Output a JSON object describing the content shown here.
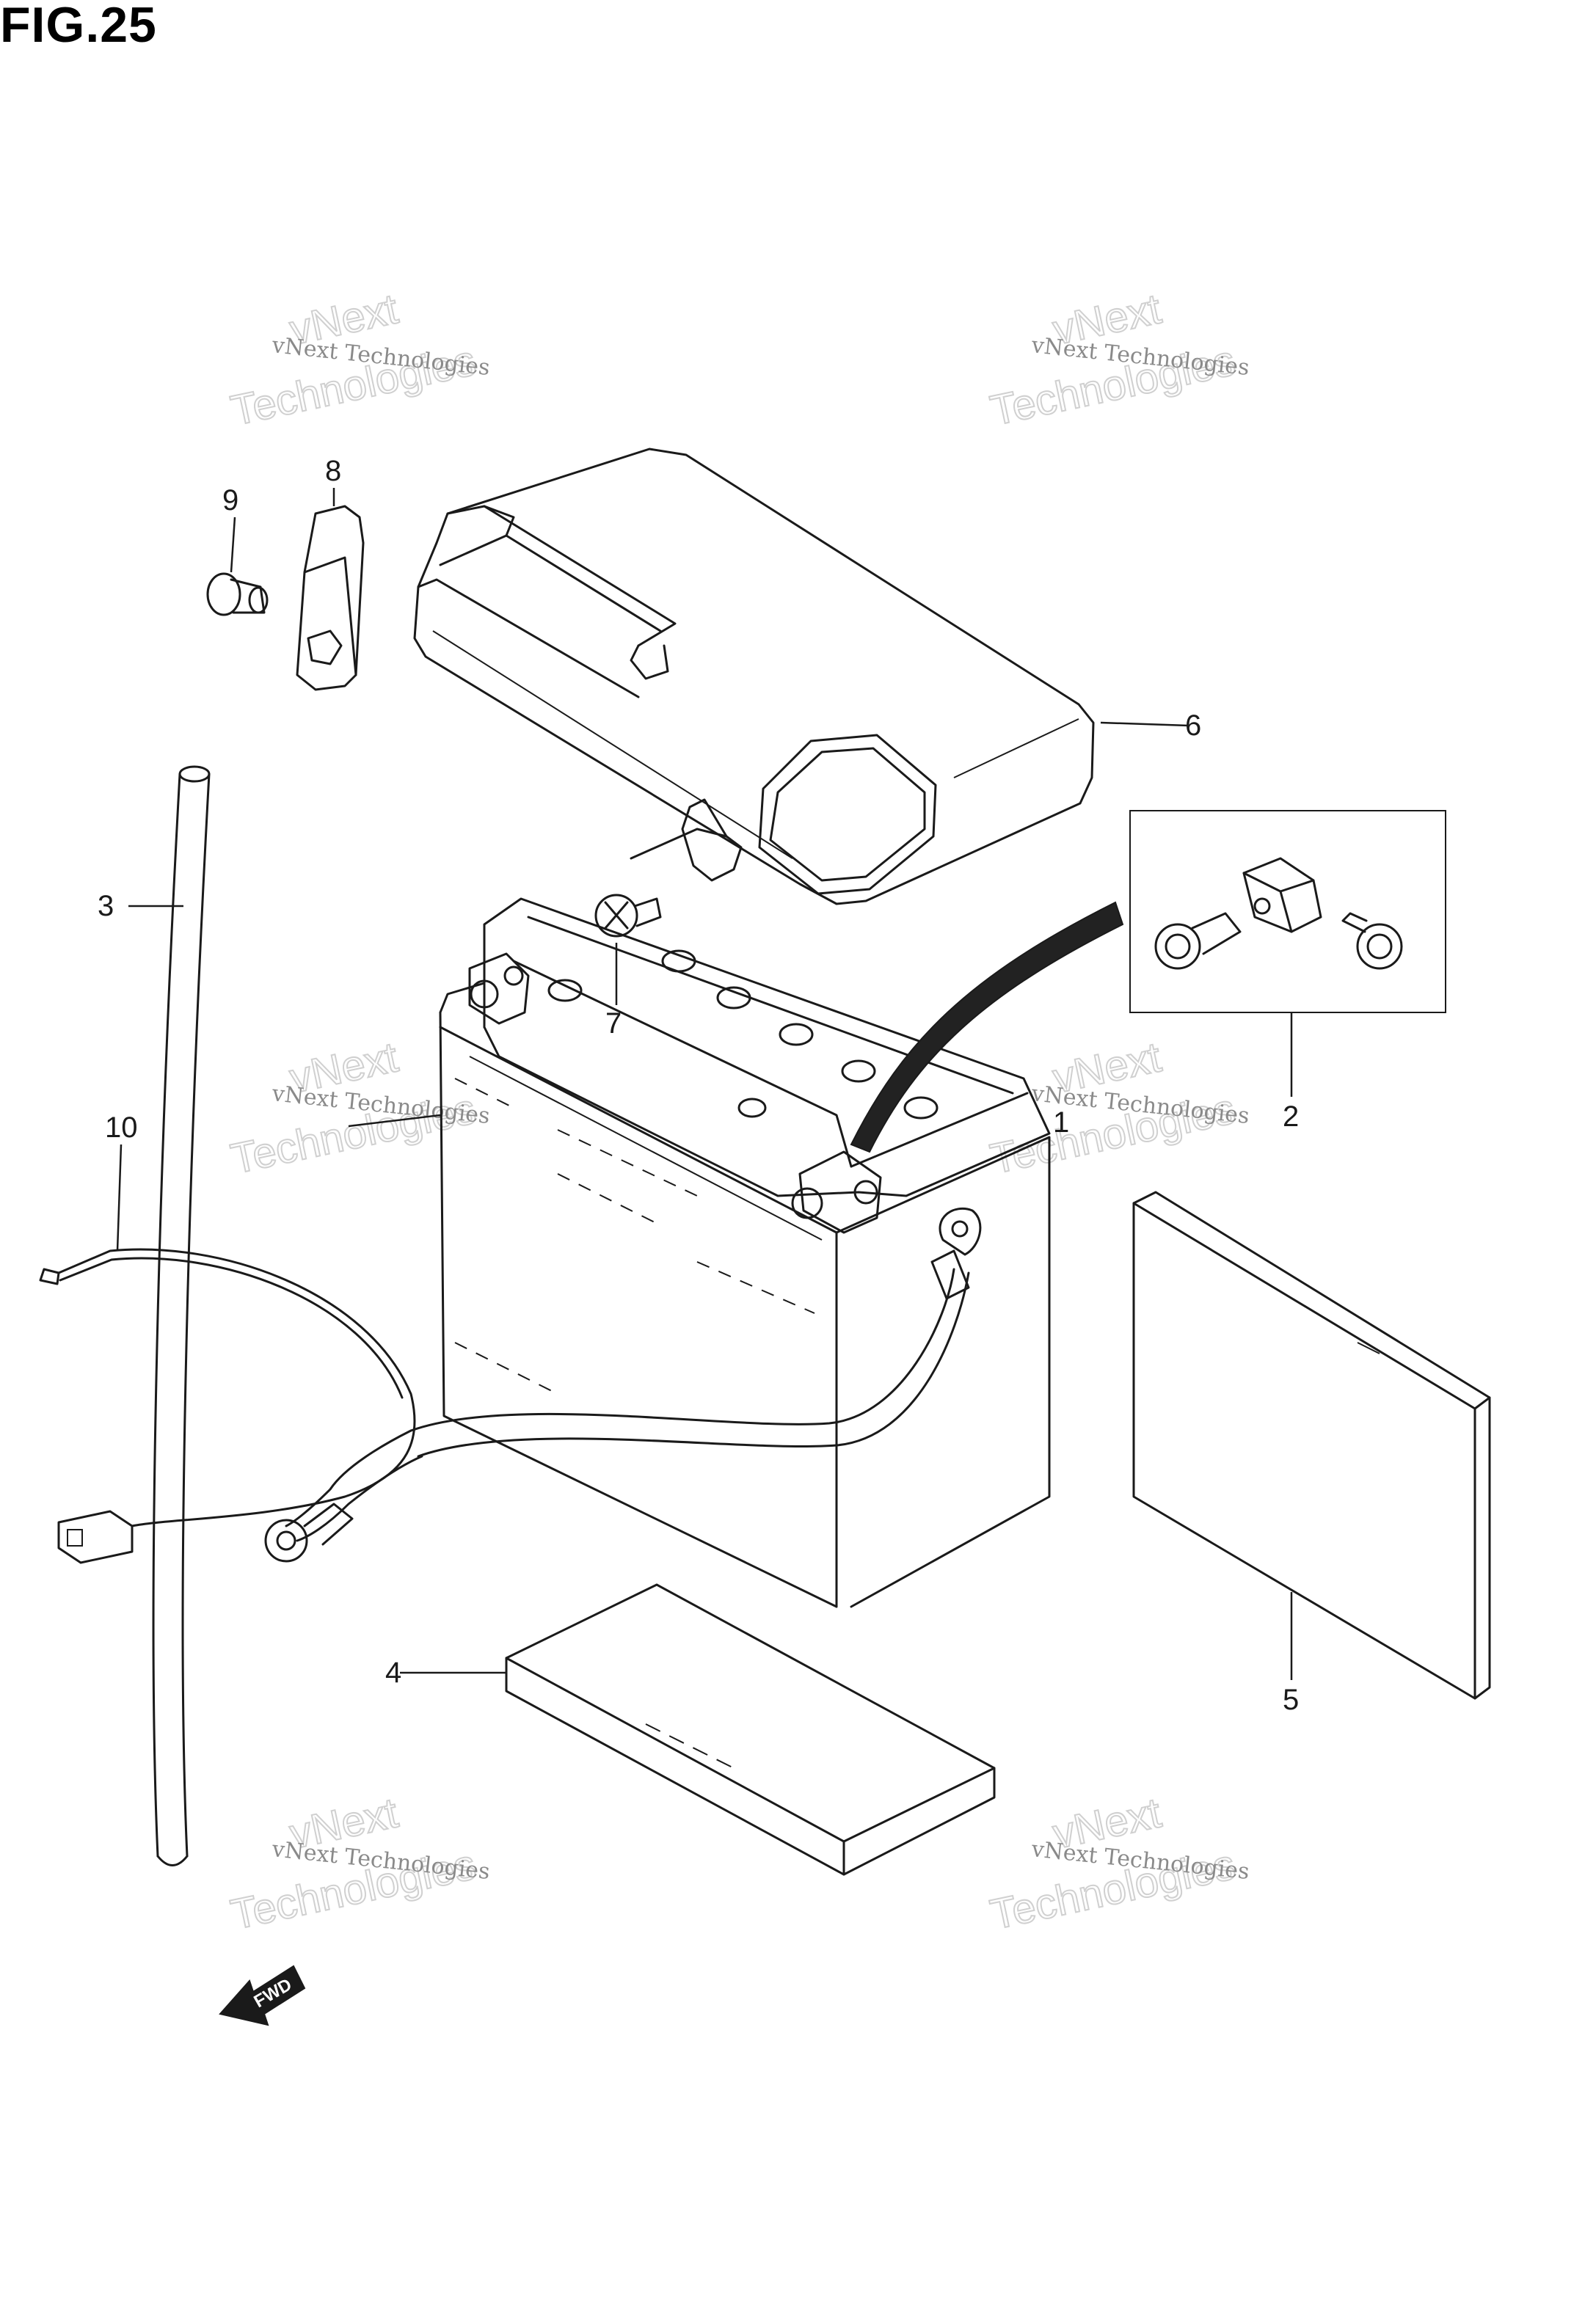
{
  "figure": {
    "title": "FIG.25"
  },
  "callouts": {
    "c1": "1",
    "c2": "2",
    "c3": "3",
    "c4": "4",
    "c5": "5",
    "c6": "6",
    "c7": "7",
    "c8": "8",
    "c9": "9",
    "c10": "10"
  },
  "watermark": {
    "company": "vNext Technologies",
    "line1": "vNext",
    "line2": "Technologies"
  },
  "fwd_label": "FWD"
}
